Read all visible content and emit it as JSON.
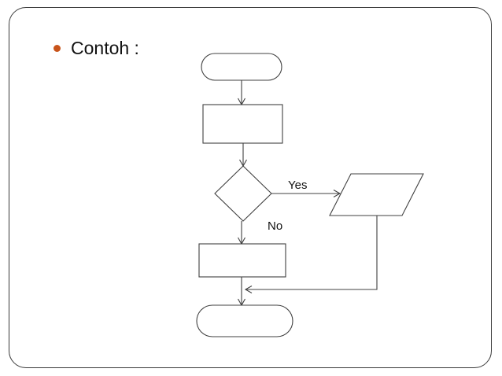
{
  "slide": {
    "background_color": "#ffffff",
    "frame_border_color": "#3a3a3a",
    "bullet": {
      "marker_color": "#c8541a",
      "marker_icon": "bullet-dot-icon",
      "text": "Contoh :"
    }
  },
  "flowchart": {
    "line_color": "#404040",
    "fill_color": "#ffffff",
    "nodes": [
      {
        "id": "start",
        "type": "terminator",
        "label": ""
      },
      {
        "id": "process-top",
        "type": "process",
        "label": ""
      },
      {
        "id": "decision",
        "type": "decision",
        "label": ""
      },
      {
        "id": "input-output",
        "type": "parallelogram",
        "label": ""
      },
      {
        "id": "process-bottom",
        "type": "process",
        "label": ""
      },
      {
        "id": "end",
        "type": "terminator",
        "label": ""
      }
    ],
    "branch_labels": {
      "yes": "Yes",
      "no": "No"
    },
    "edges": [
      {
        "from": "start",
        "to": "process-top",
        "label": ""
      },
      {
        "from": "process-top",
        "to": "decision",
        "label": ""
      },
      {
        "from": "decision",
        "to": "input-output",
        "label": "Yes"
      },
      {
        "from": "decision",
        "to": "process-bottom",
        "label": "No"
      },
      {
        "from": "input-output",
        "to": "merge-point",
        "label": ""
      },
      {
        "from": "process-bottom",
        "to": "end",
        "label": ""
      }
    ]
  }
}
